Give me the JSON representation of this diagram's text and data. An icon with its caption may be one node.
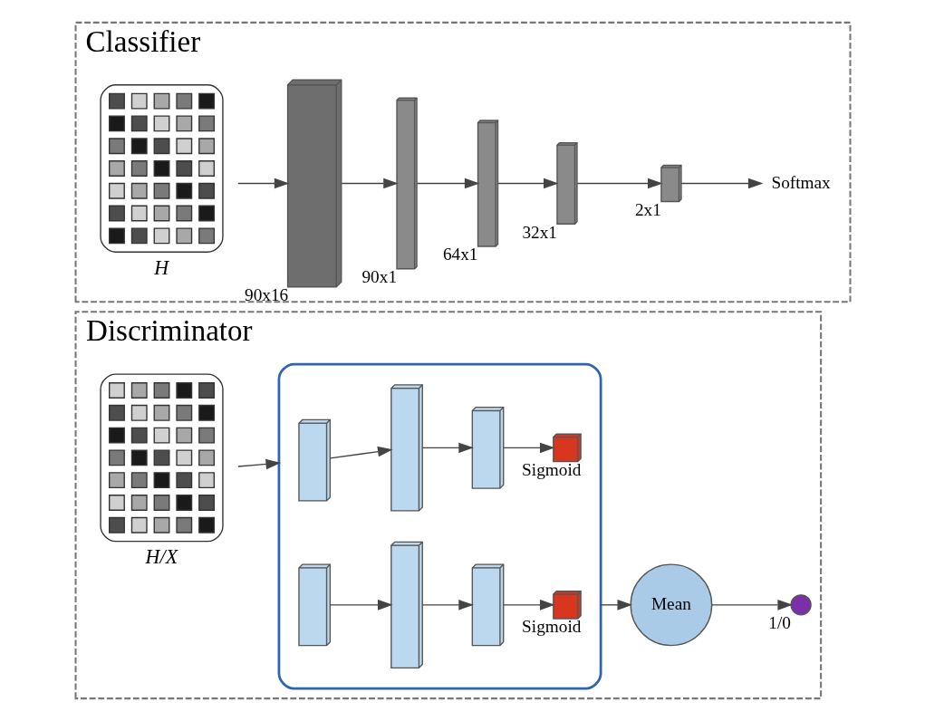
{
  "diagram": {
    "nodes": [
      {
        "text": [
          "Discriminator"
        ]
      },
      {
        "text": [],
        "shape": "picture",
        "beside": [
          "H/X"
        ],
        "in": 0
      },
      {
        "text": [],
        "shape": "box",
        "in": 0
      },
      {
        "text": [],
        "shape": "box",
        "in": 2
      },
      {
        "text": [],
        "shape": "box",
        "in": 2
      },
      {
        "text": [],
        "shape": "box",
        "in": 2
      },
      {
        "text": [],
        "shape": "box",
        "beside": [
          "Sigmoid"
        ],
        "in": 2
      },
      {
        "text": [],
        "shape": "box",
        "in": 2
      },
      {
        "text": [],
        "shape": "box",
        "in": 2
      },
      {
        "text": [],
        "shape": "box",
        "in": 2
      },
      {
        "text": [],
        "shape": "box",
        "beside": [
          "Sigmoid"
        ],
        "in": 2
      },
      {
        "text": [
          "Mean"
        ],
        "in": 0
      },
      {
        "text": [],
        "shape": "circle",
        "beside": [
          "1/0"
        ],
        "in": 0
      },
      {
        "text": [
          "Classifier"
        ]
      },
      {
        "text": [],
        "shape": "picture",
        "beside": [
          "H"
        ],
        "in": 13
      },
      {
        "text": [],
        "shape": "box",
        "beside": [
          "90x16"
        ],
        "in": 13
      },
      {
        "text": [],
        "shape": "box",
        "beside": [
          "90x1"
        ],
        "in": 13
      },
      {
        "text": [],
        "shape": "box",
        "beside": [
          "64x1"
        ],
        "in": 13
      },
      {
        "text": [],
        "shape": "box",
        "beside": [
          "32x1"
        ],
        "in": 13
      },
      {
        "text": [],
        "shape": "box",
        "beside": [
          "2x1"
        ],
        "in": 13
      },
      {
        "text": [
          "Softmax"
        ],
        "in": 13
      }
    ],
    "edges": [
      {
        "from": 1,
        "to": 2,
        "arrow": "to"
      },
      {
        "from": 3,
        "to": 4,
        "arrow": "to"
      },
      {
        "from": 4,
        "to": 5,
        "arrow": "to"
      },
      {
        "from": 5,
        "to": 6,
        "arrow": "to"
      },
      {
        "from": 7,
        "to": 8,
        "arrow": "to"
      },
      {
        "from": 8,
        "to": 9,
        "arrow": "to"
      },
      {
        "from": 9,
        "to": 10,
        "arrow": "to"
      },
      {
        "from": 2,
        "to": 11,
        "arrow": "to"
      },
      {
        "from": 11,
        "to": 12,
        "arrow": "to"
      },
      {
        "from": 14,
        "to": 15,
        "arrow": "to"
      },
      {
        "from": 15,
        "to": 16,
        "arrow": "to"
      },
      {
        "from": 16,
        "to": 17,
        "arrow": "to"
      },
      {
        "from": 17,
        "to": 18,
        "arrow": "to"
      },
      {
        "from": 18,
        "to": 19,
        "arrow": "to"
      },
      {
        "from": 19,
        "to": 20,
        "arrow": "to"
      }
    ]
  }
}
